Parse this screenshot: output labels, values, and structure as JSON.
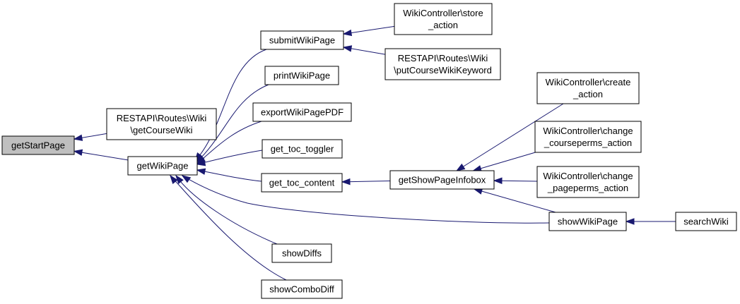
{
  "diagram": {
    "nodes": [
      {
        "id": "getStartPage",
        "lines": [
          "getStartPage"
        ],
        "root": true
      },
      {
        "id": "getCourseWiki",
        "lines": [
          "RESTAPI\\Routes\\Wiki",
          "\\getCourseWiki"
        ]
      },
      {
        "id": "getWikiPage",
        "lines": [
          "getWikiPage"
        ]
      },
      {
        "id": "submitWikiPage",
        "lines": [
          "submitWikiPage"
        ]
      },
      {
        "id": "printWikiPage",
        "lines": [
          "printWikiPage"
        ]
      },
      {
        "id": "exportWikiPagePDF",
        "lines": [
          "exportWikiPagePDF"
        ]
      },
      {
        "id": "get_toc_toggler",
        "lines": [
          "get_toc_toggler"
        ]
      },
      {
        "id": "get_toc_content",
        "lines": [
          "get_toc_content"
        ]
      },
      {
        "id": "showDiffs",
        "lines": [
          "showDiffs"
        ]
      },
      {
        "id": "showComboDiff",
        "lines": [
          "showComboDiff"
        ]
      },
      {
        "id": "storeAction",
        "lines": [
          "WikiController\\store",
          "_action"
        ]
      },
      {
        "id": "putCourseWikiKeyword",
        "lines": [
          "RESTAPI\\Routes\\Wiki",
          "\\putCourseWikiKeyword"
        ]
      },
      {
        "id": "getShowPageInfobox",
        "lines": [
          "getShowPageInfobox"
        ]
      },
      {
        "id": "createAction",
        "lines": [
          "WikiController\\create",
          "_action"
        ]
      },
      {
        "id": "changeCoursepermsAction",
        "lines": [
          "WikiController\\change",
          "_courseperms_action"
        ]
      },
      {
        "id": "changePagepermsAction",
        "lines": [
          "WikiController\\change",
          "_pageperms_action"
        ]
      },
      {
        "id": "showWikiPage",
        "lines": [
          "showWikiPage"
        ]
      },
      {
        "id": "searchWiki",
        "lines": [
          "searchWiki"
        ]
      }
    ],
    "edges": [
      {
        "from": "getCourseWiki",
        "to": "getStartPage"
      },
      {
        "from": "getWikiPage",
        "to": "getStartPage"
      },
      {
        "from": "submitWikiPage",
        "to": "getWikiPage"
      },
      {
        "from": "printWikiPage",
        "to": "getWikiPage"
      },
      {
        "from": "exportWikiPagePDF",
        "to": "getWikiPage"
      },
      {
        "from": "get_toc_toggler",
        "to": "getWikiPage"
      },
      {
        "from": "get_toc_content",
        "to": "getWikiPage"
      },
      {
        "from": "showDiffs",
        "to": "getWikiPage"
      },
      {
        "from": "showComboDiff",
        "to": "getWikiPage"
      },
      {
        "from": "showWikiPage",
        "to": "getWikiPage"
      },
      {
        "from": "storeAction",
        "to": "submitWikiPage"
      },
      {
        "from": "putCourseWikiKeyword",
        "to": "submitWikiPage"
      },
      {
        "from": "getShowPageInfobox",
        "to": "get_toc_content"
      },
      {
        "from": "createAction",
        "to": "getShowPageInfobox"
      },
      {
        "from": "changeCoursepermsAction",
        "to": "getShowPageInfobox"
      },
      {
        "from": "changePagepermsAction",
        "to": "getShowPageInfobox"
      },
      {
        "from": "showWikiPage",
        "to": "getShowPageInfobox"
      },
      {
        "from": "searchWiki",
        "to": "showWikiPage"
      }
    ],
    "colors": {
      "edge": "#191970",
      "root_fill": "#bfbfbf",
      "node_fill": "#ffffff",
      "node_stroke": "#000000"
    }
  }
}
